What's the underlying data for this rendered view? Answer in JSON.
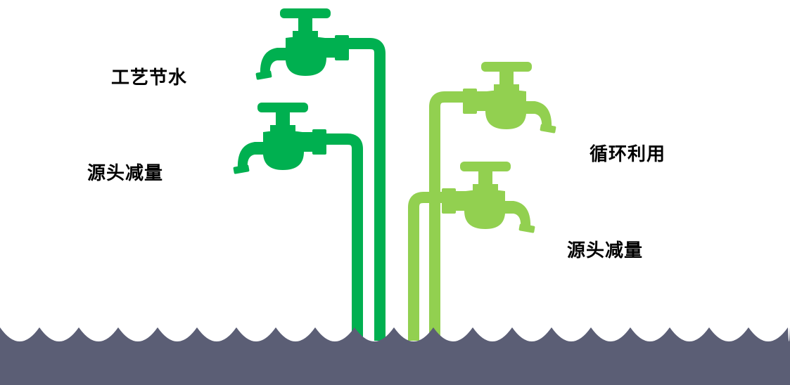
{
  "labels": {
    "process_water_saving": "工艺节水",
    "source_reduction_left": "源头减量",
    "recycling": "循环利用",
    "source_reduction_right": "源头减量"
  },
  "colors": {
    "dark_green": "#00b050",
    "light_green": "#92d050",
    "water": "#5b5e75",
    "background": "#ffffff"
  },
  "icons": {
    "faucet": "faucet-icon",
    "pipe": "pipe-icon",
    "water": "water-surface"
  }
}
